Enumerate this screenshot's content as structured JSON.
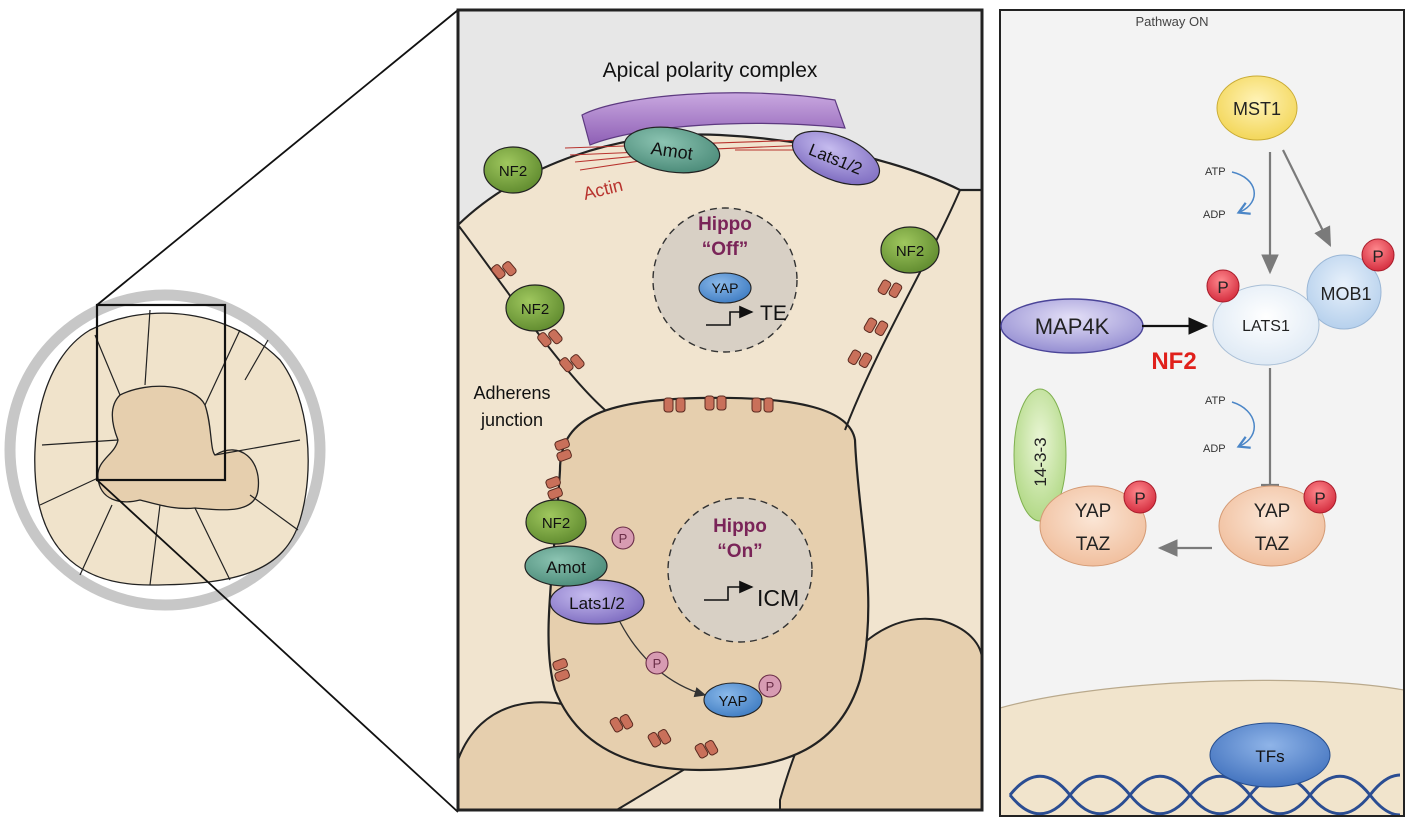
{
  "middle_panel": {
    "apical_polarity_complex": "Apical polarity complex",
    "actin": "Actin",
    "amot": "Amot",
    "lats": "Lats1/2",
    "nf2": "NF2",
    "adherens_junction_line1": "Adherens",
    "adherens_junction_line2": "junction",
    "hippo_off_title": "Hippo",
    "hippo_off_state": "“Off”",
    "hippo_on_title": "Hippo",
    "hippo_on_state": "“On”",
    "yap": "YAP",
    "te": "TE",
    "icm": "ICM",
    "p": "P"
  },
  "right_panel": {
    "title": "Pathway ON",
    "mst1": "MST1",
    "mob1": "MOB1",
    "lats1": "LATS1",
    "map4k": "MAP4K",
    "nf2": "NF2",
    "atp": "ATP",
    "adp": "ADP",
    "yap": "YAP",
    "taz": "TAZ",
    "protein_14_3_3": "14-3-3",
    "tfs": "TFs",
    "p": "P"
  },
  "colors": {
    "cell_fill": "#f1e4cf",
    "inner_cell_fill": "#e6cfae",
    "apical_bg": "#e6e6e6",
    "nf2_green": "#7da442",
    "amot_teal": "#5f9d8a",
    "lats_purple": "#9b8ad0",
    "yap_blue": "#5c93cf",
    "phospho_pink": "#d79bb2",
    "nf2_red": "#e0201b",
    "mst1_yellow": "#f3d85c",
    "mob1_blue": "#c9dcf0",
    "yap_taz_orange": "#f1c9ab",
    "p_red": "#e0434a"
  }
}
